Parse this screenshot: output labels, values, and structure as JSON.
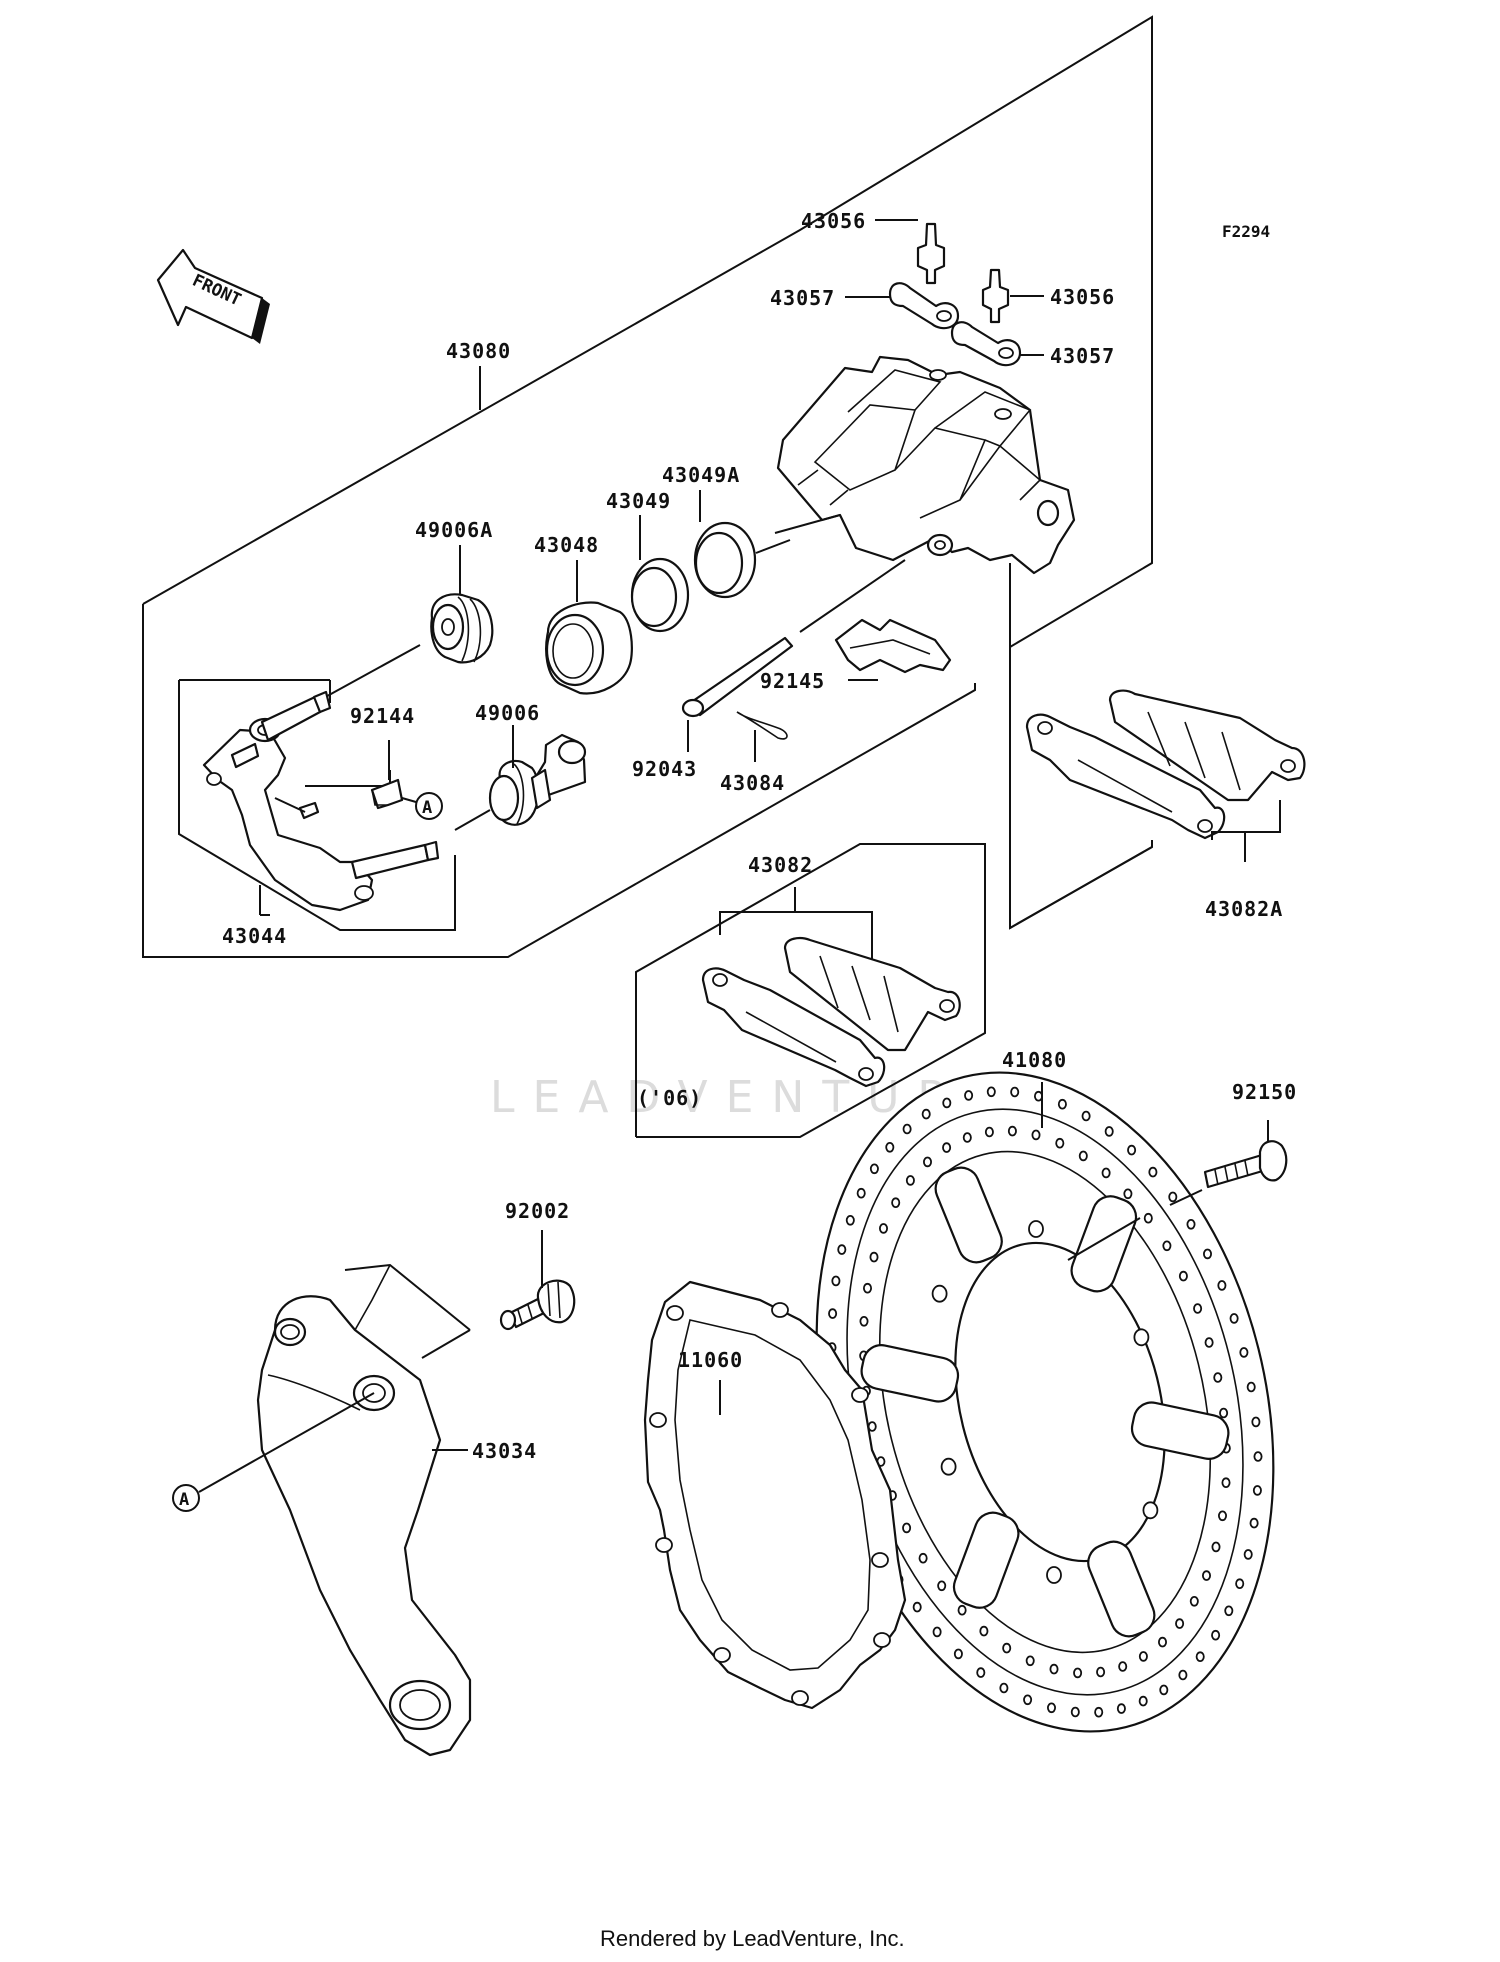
{
  "figure_code": "F2294",
  "front_label": "FRONT",
  "watermark": "LEADVENTURE",
  "footer": "Rendered by LeadVenture, Inc.",
  "variant_note": "('06)",
  "callouts": {
    "c43056a": "43056",
    "c43056b": "43056",
    "c43057a": "43057",
    "c43057b": "43057",
    "c43080": "43080",
    "c43049A": "43049A",
    "c43049": "43049",
    "c43048": "43048",
    "c49006A": "49006A",
    "c92144": "92144",
    "c49006": "49006",
    "c92145": "92145",
    "c92043": "92043",
    "c43084": "43084",
    "c43044": "43044",
    "c43082": "43082",
    "c43082A": "43082A",
    "c41080": "41080",
    "c92150": "92150",
    "c92002": "92002",
    "c11060": "11060",
    "c43034": "43034"
  },
  "reference_marks": {
    "mark_a1": "A",
    "mark_a2": "A"
  }
}
